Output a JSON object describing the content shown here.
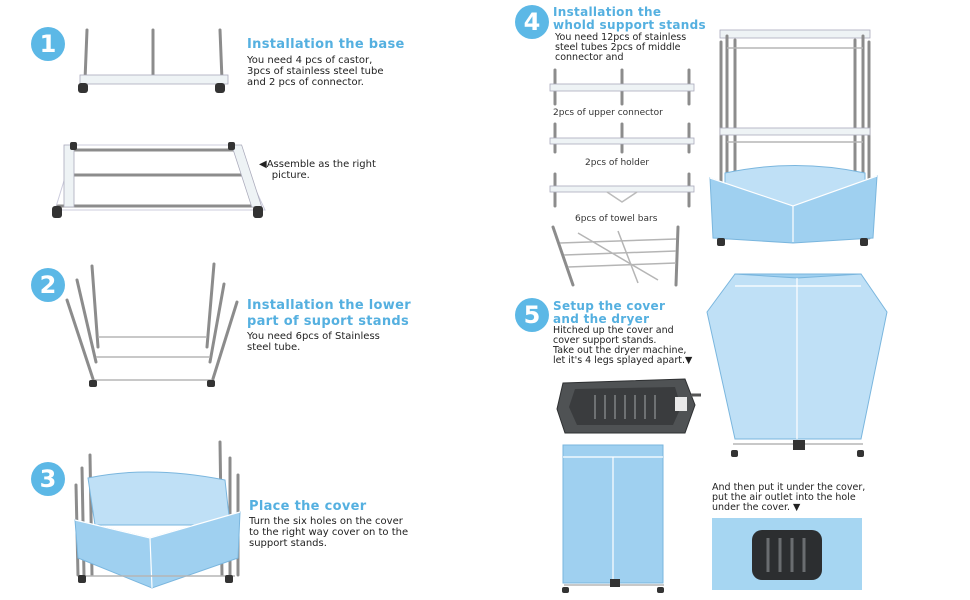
{
  "steps": [
    {
      "number": "1",
      "title": "Installation the base",
      "text": "You need 4 pcs of castor,\n3pcs of stainless steel tube\nand 2 pcs of connector.",
      "note": "◀Assemble as the right\n    picture."
    },
    {
      "number": "2",
      "title": "Installation the lower\npart of suport stands",
      "text": "You need 6pcs of Stainless\nsteel tube."
    },
    {
      "number": "3",
      "title": "Place the cover",
      "text": "Turn the six holes on the cover\nto the right way cover on to the\nsupport stands."
    },
    {
      "number": "4",
      "title": "Installation the\nwhold support stands",
      "text": "You need 12pcs of stainless\nsteel tubes 2pcs of middle\nconnector and",
      "parts": [
        "2pcs of upper connector",
        "2pcs of holder",
        "6pcs of towel bars"
      ]
    },
    {
      "number": "5",
      "title": "Setup the cover\nand the dryer",
      "text": "Hitched up the cover and\ncover support stands.\nTake out the dryer machine,\nlet it's 4 legs splayed apart.▼",
      "final_note": "And then put it under the cover,\nput the air outlet into the hole\nunder the cover. ▼"
    }
  ],
  "colors": {
    "accent": "#5cb8e6",
    "title": "#55b0e0",
    "cover": "#9fd0f0"
  }
}
